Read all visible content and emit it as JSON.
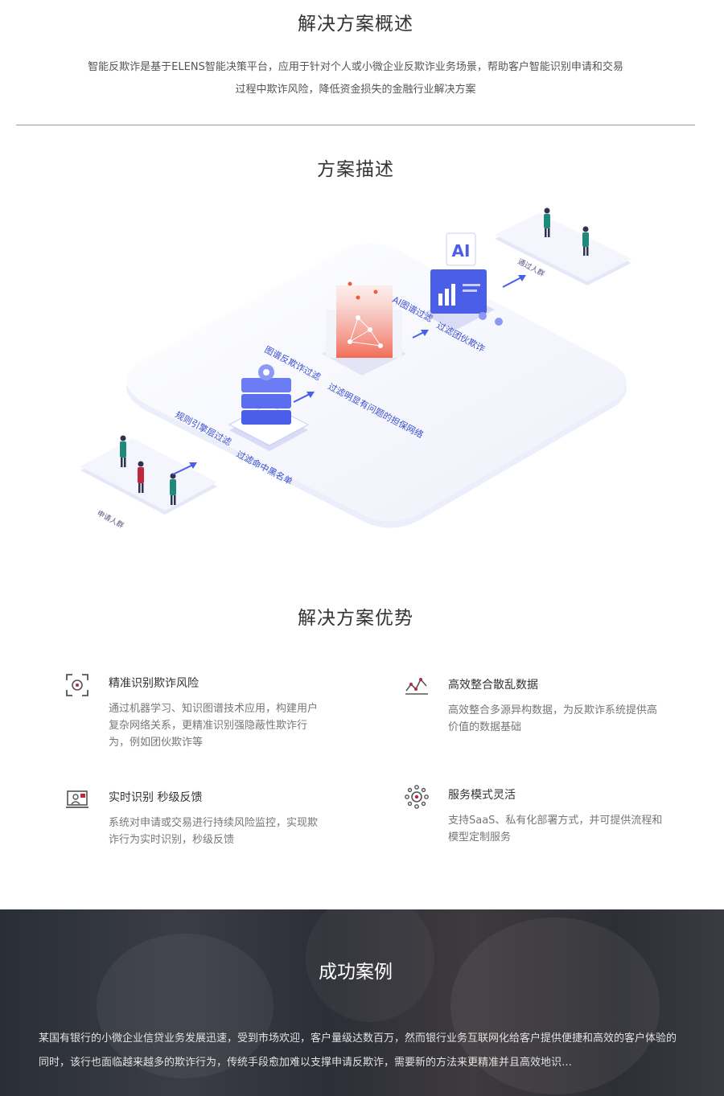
{
  "overview": {
    "title": "解决方案概述",
    "line1": "智能反欺诈是基于ELENS智能决策平台，应用于针对个人或小微企业反欺诈业务场景，帮助客户智能识别申请和交易",
    "line2": "过程中欺诈风险，降低资金损失的金融行业解决方案"
  },
  "description": {
    "title": "方案描述",
    "diagram": {
      "applicants": "申请人群",
      "passers": "通过人群",
      "rule_engine": "规则引擎层过滤",
      "rule_engine_effect": "过滤命中黑名单",
      "graph": "图谱反欺诈过滤",
      "graph_effect": "过滤明显有问题的担保网络",
      "ai_graph": "AI图谱过滤",
      "ai_graph_effect": "过滤团伙欺诈",
      "ai_badge": "AI"
    }
  },
  "advantages": {
    "title": "解决方案优势",
    "items": [
      {
        "icon": "target-scan-icon",
        "title": "精准识别欺诈风险",
        "desc": "通过机器学习、知识图谱技术应用，构建用户复杂网络关系，更精准识别强隐蔽性欺诈行为，例如团伙欺诈等"
      },
      {
        "icon": "data-chart-icon",
        "title": "高效整合散乱数据",
        "desc": "高效整合多源异构数据，为反欺诈系统提供高价值的数据基础"
      },
      {
        "icon": "monitor-user-icon",
        "title": "实时识别 秒级反馈",
        "desc": "系统对申请或交易进行持续风险监控，实现欺诈行为实时识别，秒级反馈"
      },
      {
        "icon": "service-network-icon",
        "title": "服务模式灵活",
        "desc": "支持SaaS、私有化部署方式，并可提供流程和模型定制服务"
      }
    ]
  },
  "success_case": {
    "title": "成功案例",
    "text": "某国有银行的小微企业信贷业务发展迅速，受到市场欢迎，客户量级达数百万，然而银行业务互联网化给客户提供便捷和高效的客户体验的同时，该行也面临越来越多的欺诈行为，传统手段愈加难以支撑申请反欺诈，需要新的方法来更精准并且高效地识…"
  },
  "colors": {
    "accent": "#4a5ee8",
    "figure_green": "#1f8a7a",
    "figure_red": "#c0263e",
    "heat": "#f25a3e"
  }
}
